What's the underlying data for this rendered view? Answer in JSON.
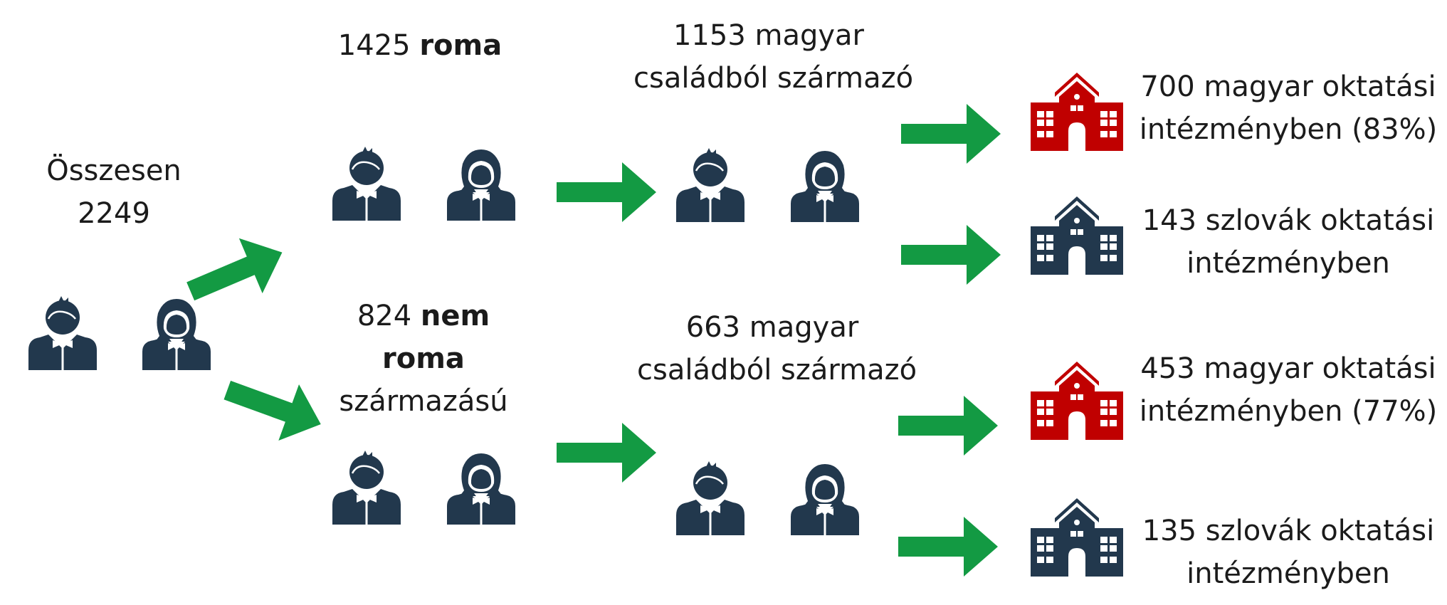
{
  "colors": {
    "person": "#22384D",
    "arrow": "#139A43",
    "school_hungarian": "#C00000",
    "school_slovak": "#22384D"
  },
  "total": {
    "line1": "Összesen",
    "line2": "2249"
  },
  "roma": {
    "number": "1425",
    "word": "roma"
  },
  "non_roma": {
    "number": "824",
    "word1": "nem",
    "word2": "roma",
    "line3": "származású"
  },
  "roma_hungarian_family": {
    "line1": "1153 magyar",
    "line2": "családból származó"
  },
  "nonroma_hungarian_family": {
    "line1": "663 magyar",
    "line2": "családból származó"
  },
  "outcomes": {
    "roma_hu": {
      "line1": "700 magyar oktatási",
      "line2": "intézményben (83%)",
      "icon": "school-icon",
      "type": "hungarian"
    },
    "roma_sk": {
      "line1": "143 szlovák oktatási",
      "line2": "intézményben",
      "icon": "school-icon",
      "type": "slovak"
    },
    "nonroma_hu": {
      "line1": "453 magyar oktatási",
      "line2": "intézményben (77%)",
      "icon": "school-icon",
      "type": "hungarian"
    },
    "nonroma_sk": {
      "line1": "135 szlovák oktatási",
      "line2": "intézményben",
      "icon": "school-icon",
      "type": "slovak"
    }
  },
  "icons": {
    "boy": "boy-icon",
    "girl": "girl-icon",
    "arrow": "arrow-icon",
    "school": "school-icon"
  }
}
